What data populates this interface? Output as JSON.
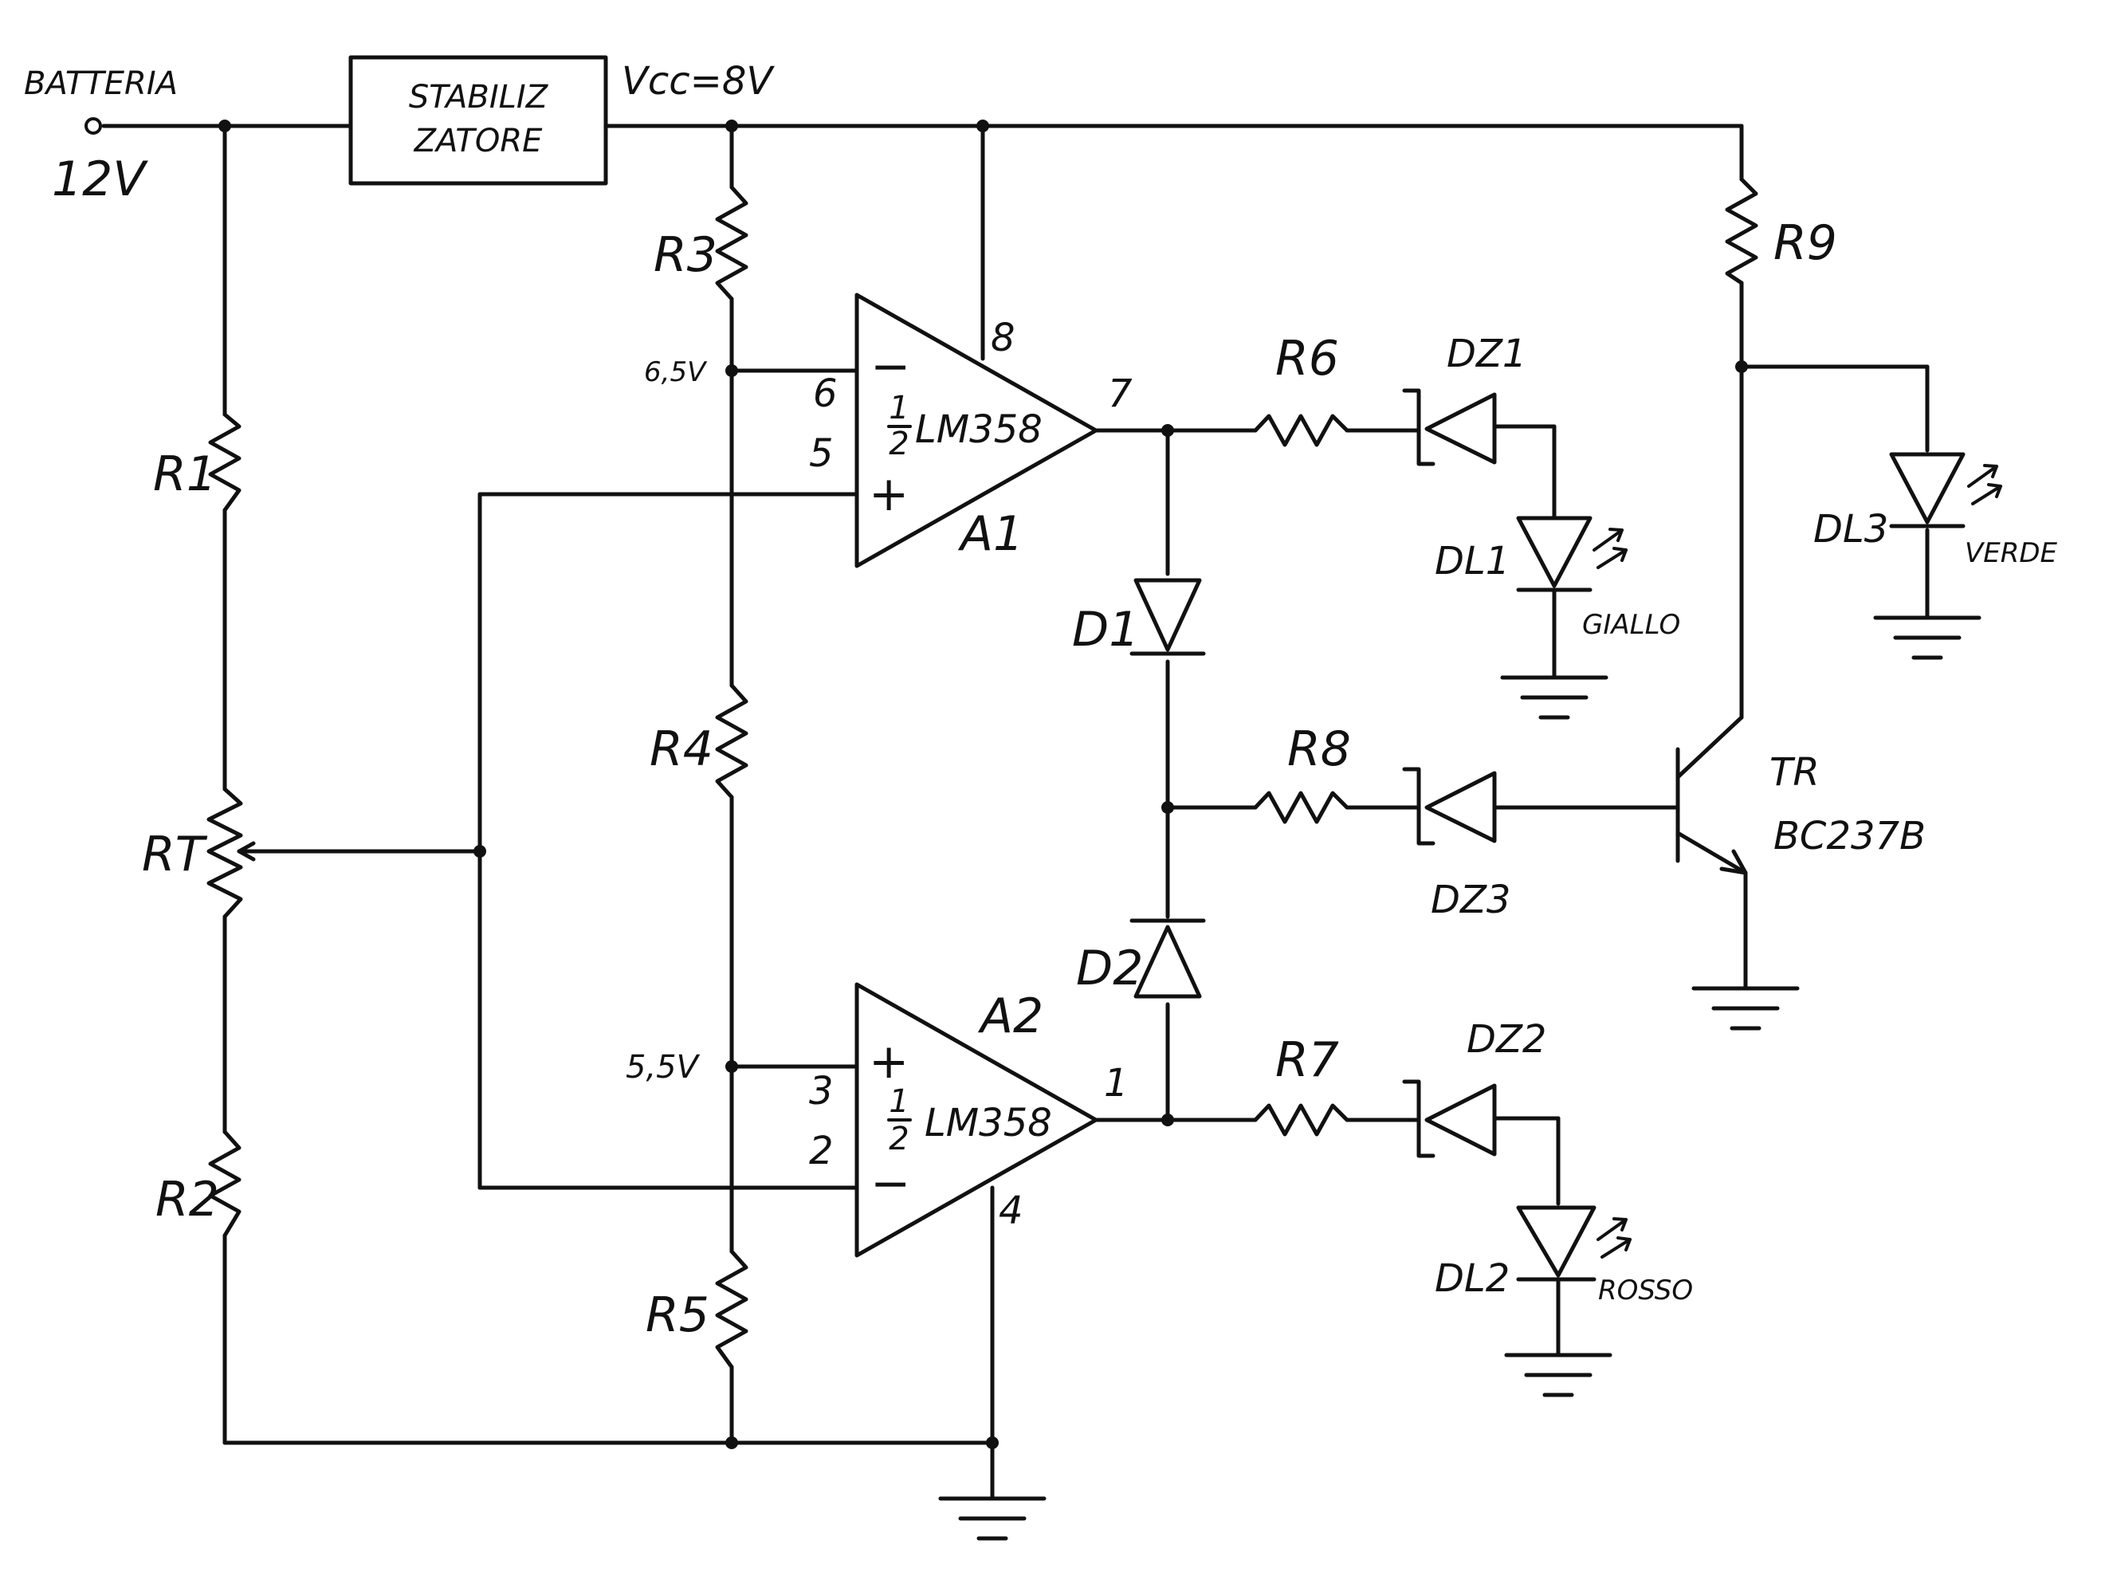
{
  "labels": {
    "batteria": "BATTERIA",
    "batteria_voltage": "12V",
    "stabilizzatore_line1": "STABILIZ",
    "stabilizzatore_line2": "ZATORE",
    "vcc": "Vcc=8V",
    "v_upper": "6,5V",
    "v_lower": "5,5V",
    "half_upper": "1",
    "half_upper_den": "2",
    "half_lower": "1",
    "half_lower_den": "2",
    "chip_upper": "LM358",
    "chip_lower": "LM358",
    "opamp1": "A1",
    "opamp2": "A2",
    "pin8": "8",
    "pin6": "6",
    "pin5": "5",
    "pin7": "7",
    "pin3": "3",
    "pin2": "2",
    "pin1": "1",
    "pin4": "4",
    "minus_sign": "−",
    "plus_sign": "+",
    "R1": "R1",
    "R2": "R2",
    "RT": "RT",
    "R3": "R3",
    "R4": "R4",
    "R5": "R5",
    "R6": "R6",
    "R7": "R7",
    "R8": "R8",
    "R9": "R9",
    "D1": "D1",
    "D2": "D2",
    "DZ1": "DZ1",
    "DZ2": "DZ2",
    "DZ3": "DZ3",
    "DL1": "DL1",
    "DL2": "DL2",
    "DL3": "DL3",
    "giallo": "GIALLO",
    "rosso": "ROSSO",
    "verde": "VERDE",
    "tr": "TR",
    "tr_model": "BC237B"
  }
}
